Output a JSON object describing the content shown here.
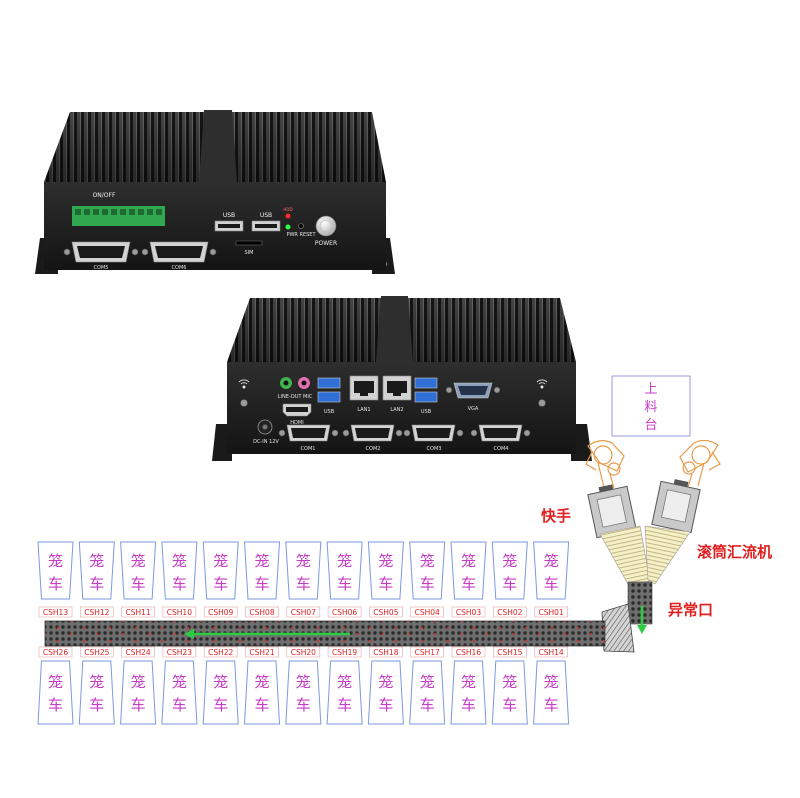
{
  "device_top": {
    "on_off": "ON/OFF",
    "hdd": "HDD",
    "usb_left": "USB",
    "usb_right": "USB",
    "pwr_reset": "PWR RESET",
    "sim": "SIM",
    "power": "POWER",
    "com_left": "COM5",
    "com_right": "COM6"
  },
  "device_bottom": {
    "line_out_mic": "LINE-OUT MIC",
    "hdmi": "HDMI",
    "dc_in": "DC-IN 12V",
    "usb_left": "USB",
    "lan1": "LAN1",
    "lan2": "LAN2",
    "usb_right": "USB",
    "vga": "VGA",
    "com_ports": [
      "COM1",
      "COM2",
      "COM3",
      "COM4"
    ]
  },
  "diagram": {
    "loading_station": [
      "上",
      "料",
      "台"
    ],
    "robot_label": "快手",
    "merger_label": "滚筒汇流机",
    "exception_label": "异常口",
    "cage_text": [
      "笼",
      "车"
    ],
    "top_row_labels": [
      "CSH13",
      "CSH12",
      "CSH11",
      "CSH10",
      "CSH09",
      "CSH08",
      "CSH07",
      "CSH06",
      "CSH05",
      "CSH04",
      "CSH03",
      "CSH02",
      "CSH01"
    ],
    "bottom_row_labels": [
      "CSH26",
      "CSH25",
      "CSH24",
      "CSH23",
      "CSH22",
      "CSH21",
      "CSH20",
      "CSH19",
      "CSH18",
      "CSH17",
      "CSH16",
      "CSH15",
      "CSH14"
    ]
  },
  "icons": [
    "wifi-antenna-icon",
    "power-button-icon"
  ],
  "colors": {
    "label_red": "#e02020",
    "cage_text": "#c83cc8",
    "cage_border": "#7a9ae0",
    "flow_arrow": "#2ecc40",
    "terminal_block": "#2fa84f",
    "robot_outline": "#e89a4a"
  }
}
